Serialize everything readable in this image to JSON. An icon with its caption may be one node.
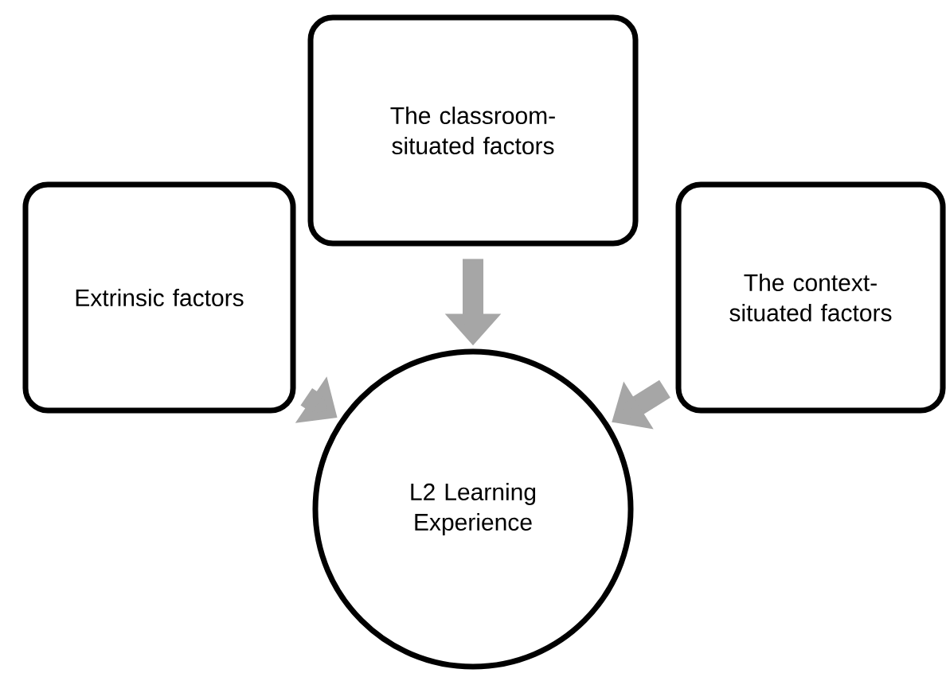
{
  "diagram": {
    "nodes": [
      {
        "text": [
          "Extrinsic factors"
        ]
      },
      {
        "text": [
          "The classroom-situated factors"
        ]
      },
      {
        "text": [
          "The context-situated factors"
        ]
      },
      {
        "text": [
          "L2 Learning Experience"
        ]
      }
    ],
    "edges": [
      {
        "from": 0,
        "to": 3,
        "arrow": "to"
      },
      {
        "from": 1,
        "to": 3,
        "arrow": "to"
      },
      {
        "from": 2,
        "to": 3,
        "arrow": "to"
      }
    ]
  }
}
